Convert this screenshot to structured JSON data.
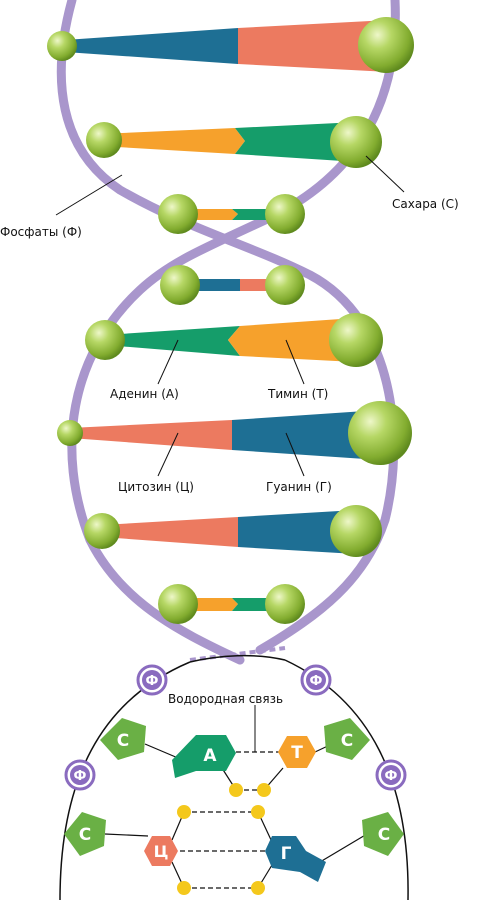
{
  "labels": {
    "phosphates": "Фосфаты (Ф)",
    "sugars": "Сахара (С)",
    "adenine": "Аденин (А)",
    "thymine": "Тимин (Т)",
    "cytosine": "Цитозин (Ц)",
    "guanine": "Гуанин (Г)",
    "hydrogen_bond": "Водородная связь"
  },
  "glyphs": {
    "phosphate": "Ф",
    "sugar": "С",
    "adenine": "А",
    "thymine": "Т",
    "cytosine": "Ц",
    "guanine": "Г"
  },
  "colors": {
    "backbone": "#a996cc",
    "sphere": "#9cc44a",
    "adenine": "#159d6a",
    "thymine": "#f6a12c",
    "cytosine": "#ec7a60",
    "guanine": "#1e6f94",
    "sugar_pentagon": "#6ab045",
    "phosphate_circle": "#8a6bbf",
    "hbond_dot": "#f4c81c"
  }
}
